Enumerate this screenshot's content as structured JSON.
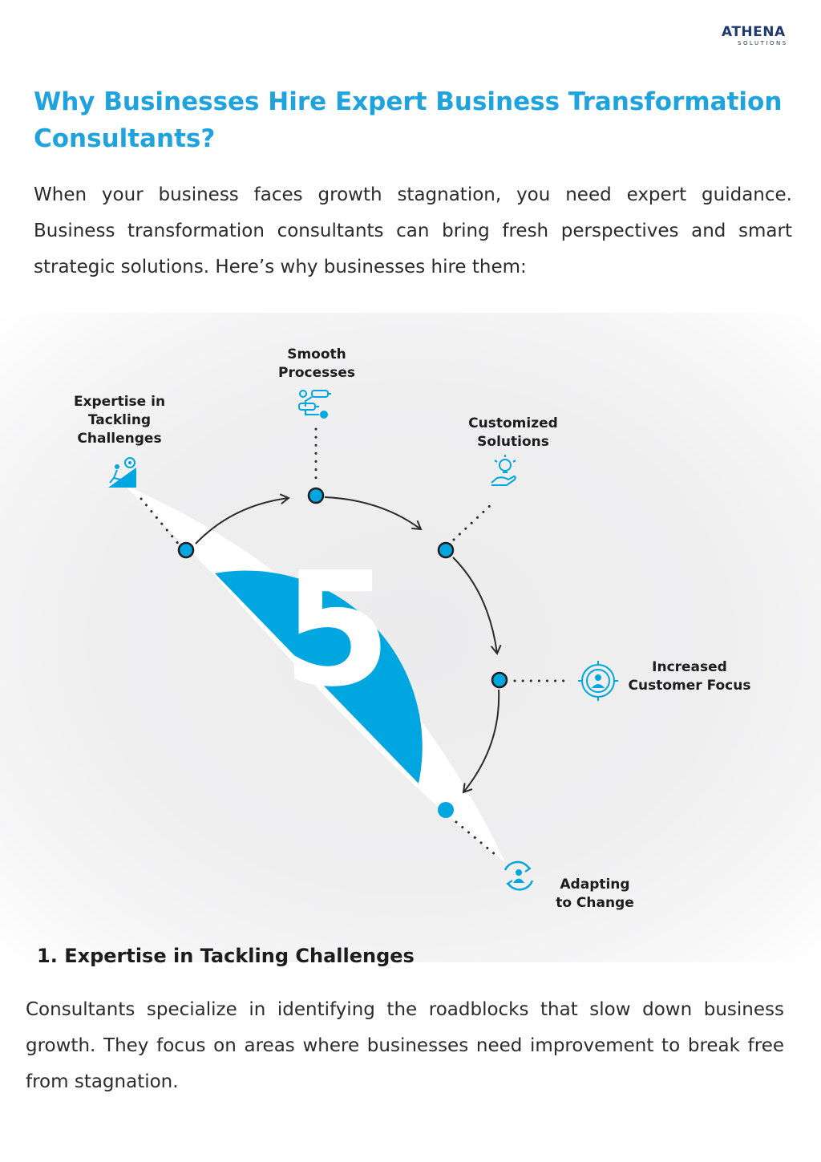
{
  "logo": {
    "name": "ATHENA",
    "tagline": "SOLUTIONS"
  },
  "header": {
    "title": "Why Businesses Hire Expert Business Transformation Consultants?",
    "intro": "When your business faces growth stagnation, you need expert guidance. Business transformation consultants can bring fresh perspectives and smart strategic solutions. Here’s why businesses hire them:"
  },
  "diagram": {
    "center_number": "5",
    "accent_color": "#00a6e0",
    "items": [
      {
        "label": "Expertise in\nTackling\nChallenges",
        "icon": "climber-gear-icon"
      },
      {
        "label": "Smooth\nProcesses",
        "icon": "workflow-icon"
      },
      {
        "label": "Customized\nSolutions",
        "icon": "hand-lightbulb-icon"
      },
      {
        "label": "Increased\nCustomer Focus",
        "icon": "target-customer-icon"
      },
      {
        "label": "Adapting\nto Change",
        "icon": "cycle-person-icon"
      }
    ]
  },
  "section": {
    "number": "1.",
    "title": "Expertise in Tackling Challenges",
    "body": "Consultants specialize in identifying the roadblocks that slow down business growth. They focus on areas where businesses need improvement to break free from stagnation."
  }
}
